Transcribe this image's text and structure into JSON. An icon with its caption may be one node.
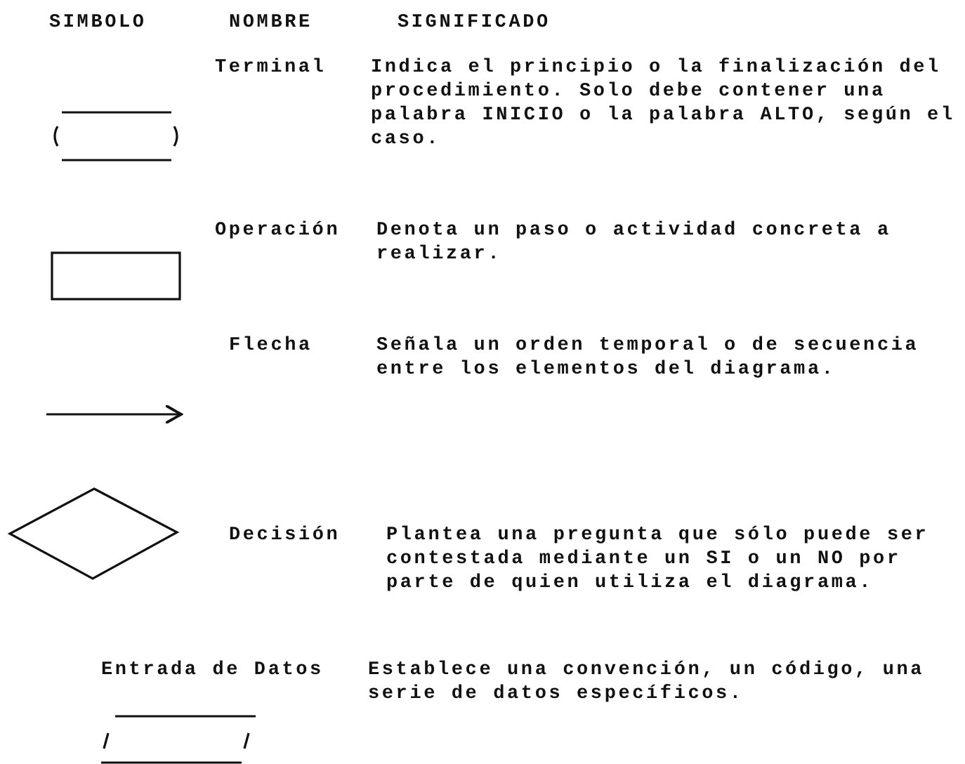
{
  "diagram": {
    "labels": [
      "SIMBOLO",
      "NOMBRE",
      "SIGNIFICADO",
      "Terminal",
      "Indica el principio o la finalización del procedimiento. Solo debe contener una palabra INICIO o la palabra ALTO, según el caso.",
      "Operación",
      "Denota un paso o actividad concreta a realizar.",
      "Flecha",
      "Señala un orden temporal o de secuencia entre los elementos del diagrama.",
      "Decisión",
      "Plantea una pregunta que sólo puede ser contestada mediante un SI o un NO por parte de quien utiliza el diagrama.",
      "Entrada de Datos",
      "Establece una convención, un código, una serie de datos específicos."
    ]
  }
}
